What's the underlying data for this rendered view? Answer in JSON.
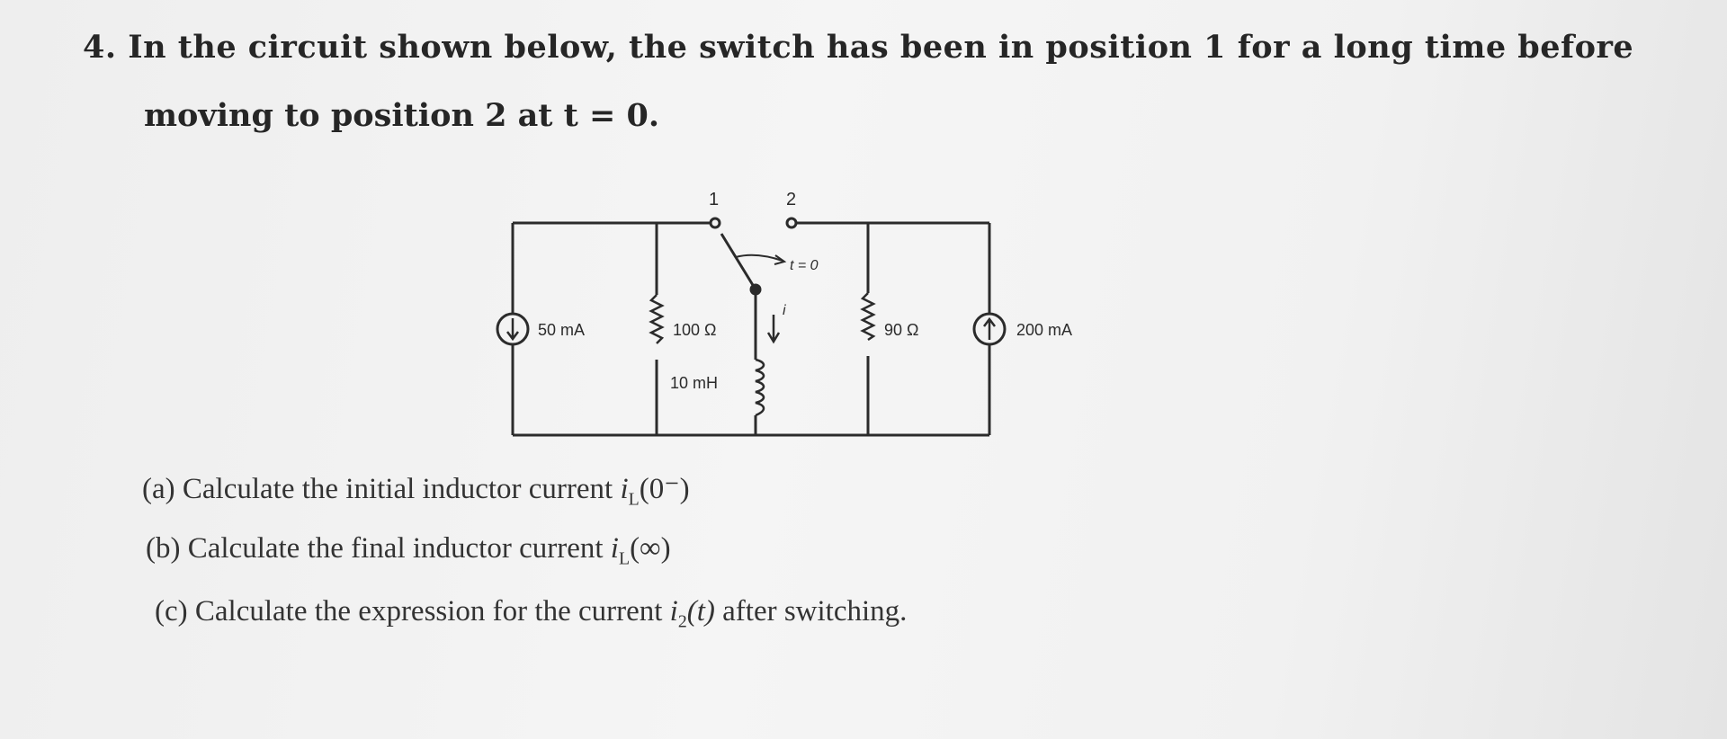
{
  "question": {
    "line1": "4. In the circuit shown below, the switch has been in position 1 for a long time before",
    "line2": "moving to position 2 at t = 0."
  },
  "circuit": {
    "switch_pos1": "1",
    "switch_pos2": "2",
    "switch_time": "t = 0",
    "source_left": "50 mA",
    "resistor_left": "100 Ω",
    "inductor": "10 mH",
    "current_label": "i",
    "resistor_right": "90 Ω",
    "source_right": "200 mA"
  },
  "parts": {
    "a_prefix": "(a) Calculate the initial inductor current ",
    "a_math": "i",
    "a_sub": "L",
    "a_arg": "(0⁻)",
    "b_prefix": "(b) Calculate the final inductor current ",
    "b_math": "i",
    "b_sub": "L",
    "b_arg": "(∞)",
    "c_prefix": "(c) Calculate the expression for the current ",
    "c_math": "i",
    "c_sub": "2",
    "c_arg": "(t)",
    "c_suffix": " after switching."
  }
}
